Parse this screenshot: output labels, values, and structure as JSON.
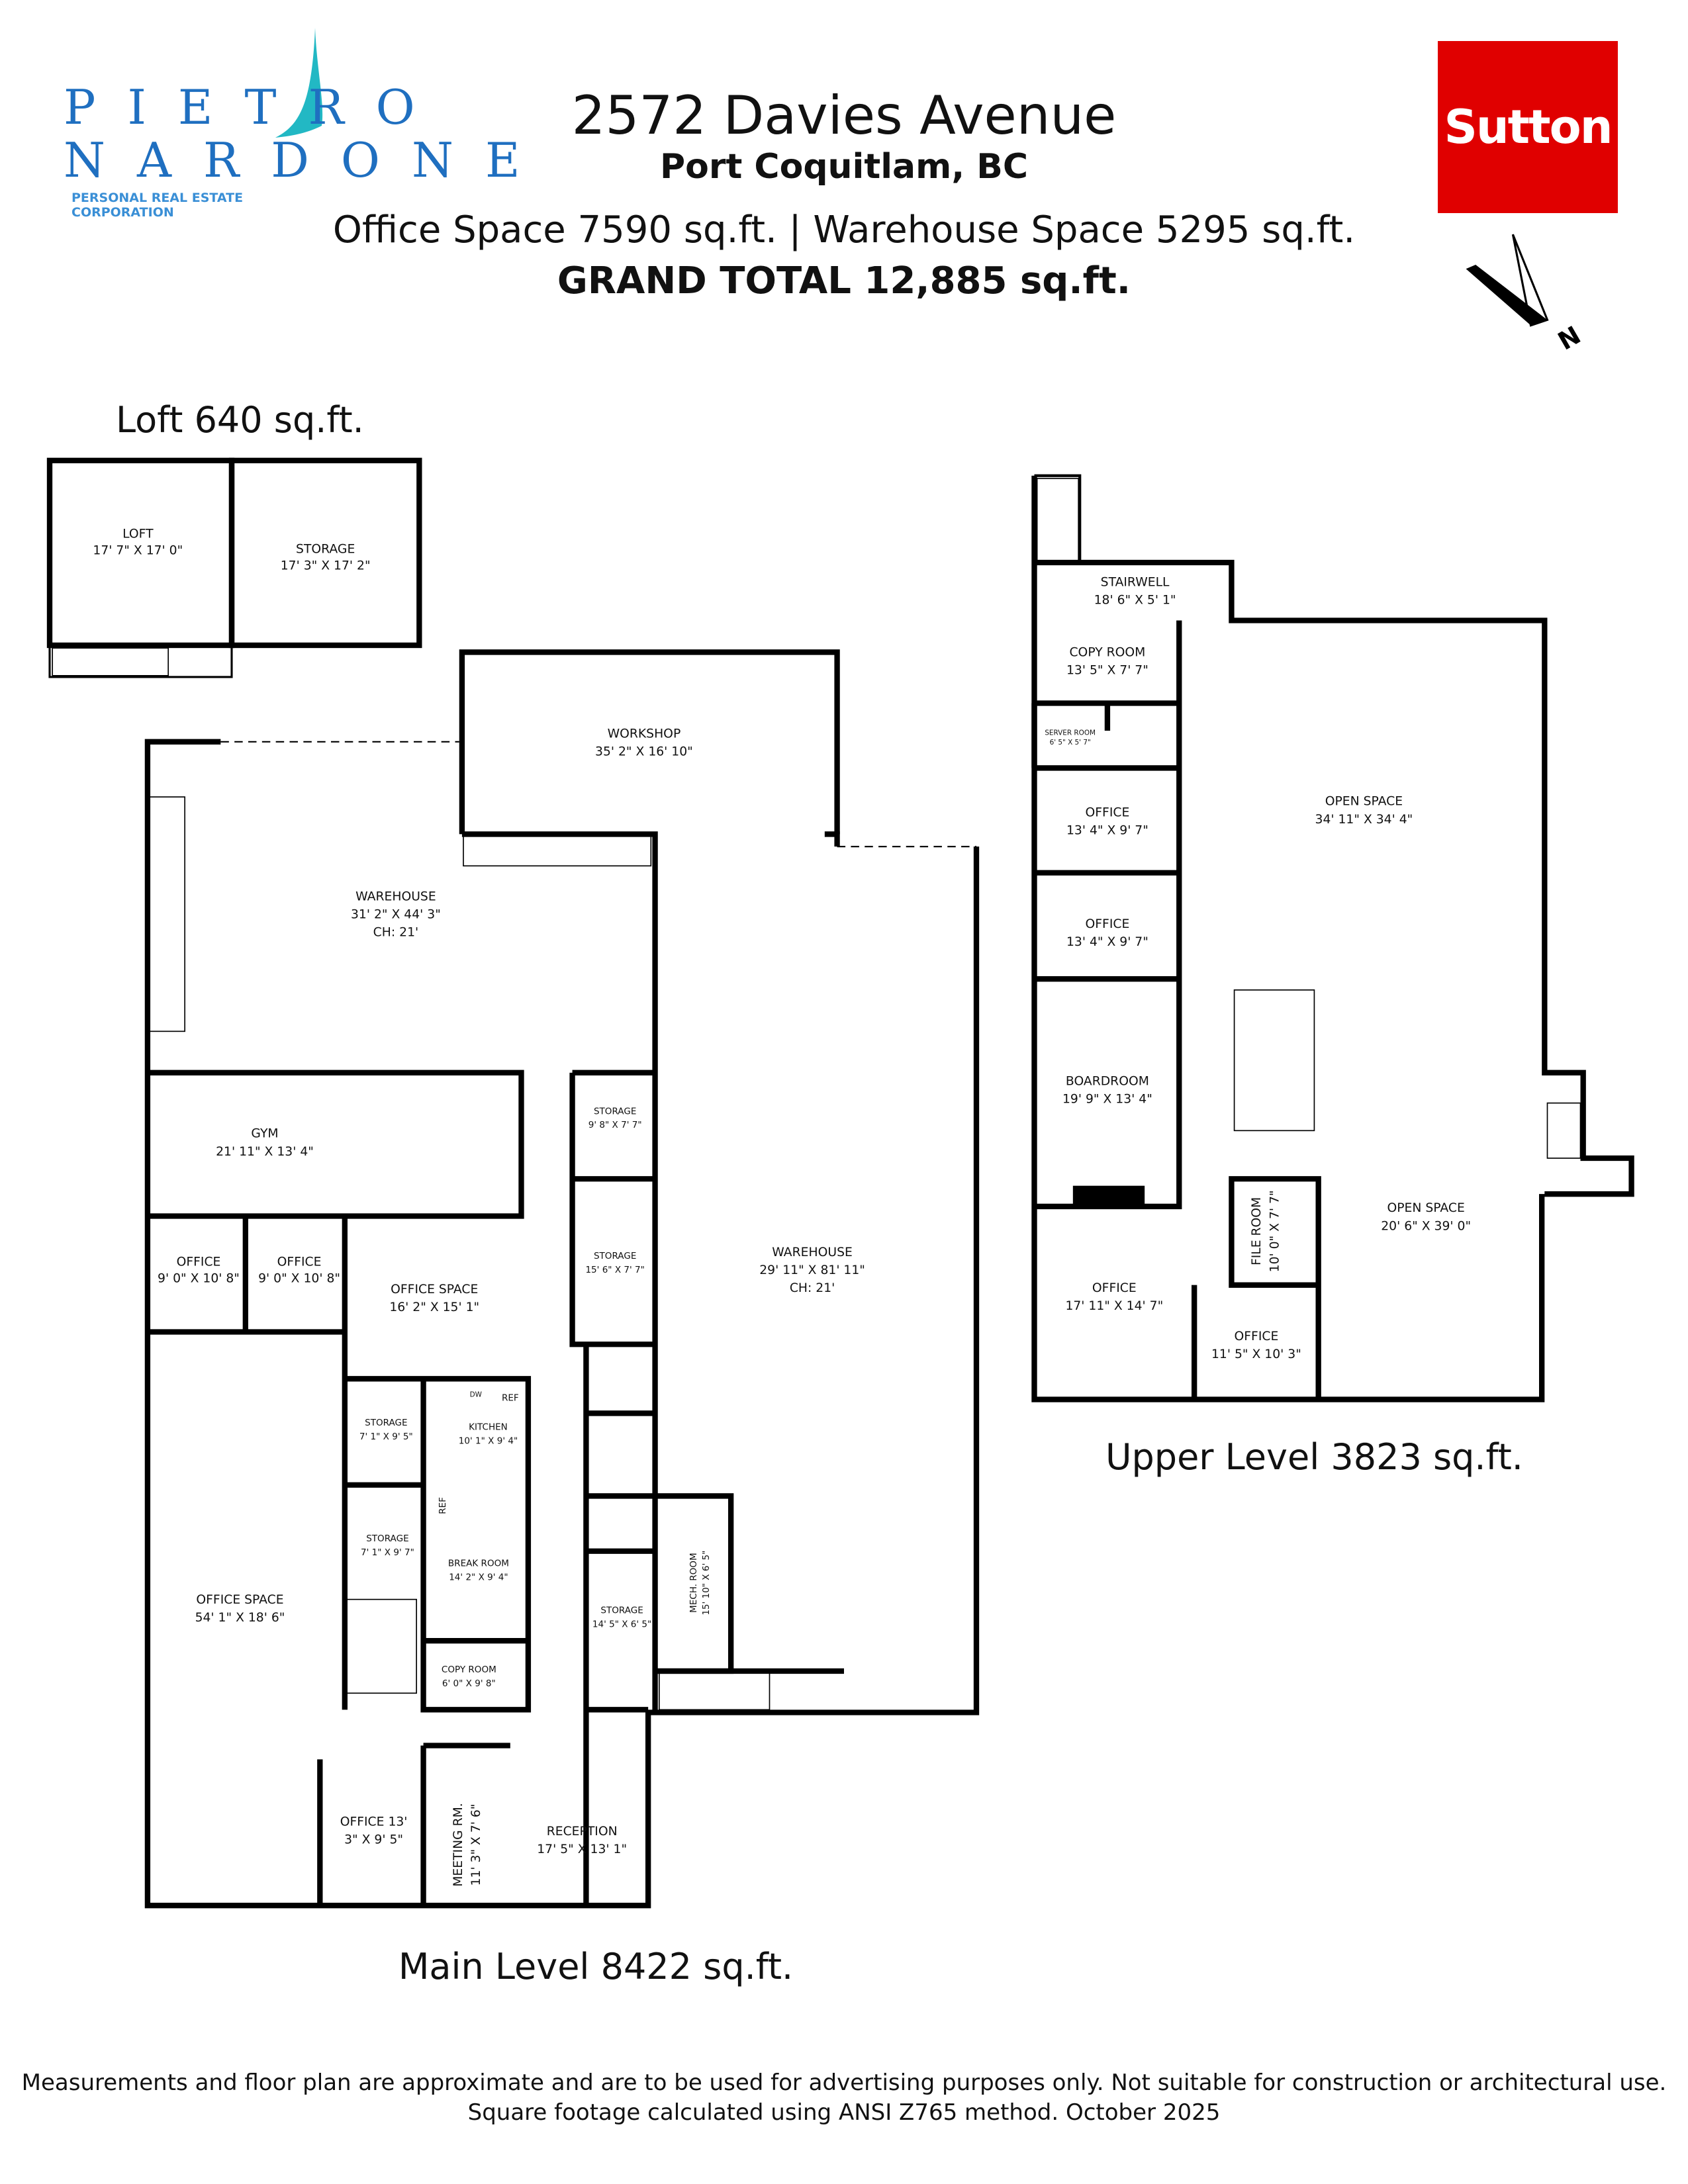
{
  "header": {
    "title": "2572 Davies Avenue",
    "city": "Port Coquitlam, BC",
    "areas": "Office Space 7590 sq.ft.  |  Warehouse Space 5295 sq.ft.",
    "grand_total": "GRAND TOTAL  12,885 sq.ft."
  },
  "branding": {
    "agent_logo_line1": "PIETRO",
    "agent_logo_line2": "NARDONE",
    "agent_logo_sub": "PERSONAL REAL ESTATE CORPORATION",
    "brokerage_logo": "Sutton",
    "colors": {
      "brokerage_red": "#e00000",
      "agent_blue": "#1f6fc0",
      "sail_teal": "#22b8c4"
    }
  },
  "compass": {
    "label": "N",
    "icon": "north-arrow-icon"
  },
  "levels": {
    "loft": "Loft 640 sq.ft.",
    "main": "Main Level 8422 sq.ft.",
    "upper": "Upper Level 3823 sq.ft."
  },
  "rooms": {
    "loft": [
      {
        "name": "LOFT",
        "dim": "17' 7\" X 17' 0\""
      },
      {
        "name": "STORAGE",
        "dim": "17' 3\" X 17' 2\""
      }
    ],
    "main": [
      {
        "name": "WORKSHOP",
        "dim": "35' 2\" X 16' 10\""
      },
      {
        "name": "WAREHOUSE",
        "dim": "31' 2\" X 44' 3\"",
        "ch": "CH: 21'"
      },
      {
        "name": "WAREHOUSE",
        "dim": "29' 11\" X 81' 11\"",
        "ch": "CH: 21'"
      },
      {
        "name": "GYM",
        "dim": "21' 11\" X 13' 4\""
      },
      {
        "name": "OFFICE",
        "dim": "9' 0\" X 10' 8\""
      },
      {
        "name": "OFFICE",
        "dim": "9' 0\" X 10' 8\""
      },
      {
        "name": "OFFICE  SPACE",
        "dim": "16' 2\" X 15' 1\""
      },
      {
        "name": "STORAGE",
        "dim": "9' 8\" X 7' 7\""
      },
      {
        "name": "STORAGE",
        "dim": "15' 6\" X 7' 7\""
      },
      {
        "name": "STORAGE",
        "dim": "7' 1\" X 9' 5\""
      },
      {
        "name": "KITCHEN",
        "dim": "10' 1\" X 9' 4\""
      },
      {
        "name": "STORAGE",
        "dim": "7' 1\" X 9' 7\""
      },
      {
        "name": "BREAK ROOM",
        "dim": "14' 2\" X 9' 4\""
      },
      {
        "name": "COPY ROOM",
        "dim": "6' 0\" X 9' 8\""
      },
      {
        "name": "OFFICE SPACE",
        "dim": "54' 1\" X 18' 6\""
      },
      {
        "name": "STORAGE",
        "dim": "14' 5\" X 6' 5\""
      },
      {
        "name": "MECH. ROOM",
        "dim": "15' 10\" X 6' 5\""
      },
      {
        "name": "OFFICE 13'",
        "dim": "3\" X 9' 5\""
      },
      {
        "name": "MEETING RM.",
        "dim": "11' 3\" X 7' 6\""
      },
      {
        "name": "RECEPTION",
        "dim": "17' 5\" X 13' 1\""
      }
    ],
    "upper": [
      {
        "name": "STAIRWELL",
        "dim": "18' 6\" X 5' 1\""
      },
      {
        "name": "COPY ROOM",
        "dim": "13' 5\" X 7' 7\""
      },
      {
        "name": "SERVER ROOM",
        "dim": "6' 5\" X 5' 7\""
      },
      {
        "name": "OFFICE",
        "dim": "13' 4\" X 9' 7\""
      },
      {
        "name": "OFFICE",
        "dim": "13' 4\" X 9' 7\""
      },
      {
        "name": "BOARDROOM",
        "dim": "19' 9\" X 13' 4\""
      },
      {
        "name": "OPEN SPACE",
        "dim": "34' 11\" X 34' 4\""
      },
      {
        "name": "OPEN SPACE",
        "dim": "20' 6\" X 39' 0\""
      },
      {
        "name": "FILE ROOM",
        "dim": "10' 0\" X 7' 7\""
      },
      {
        "name": "OFFICE",
        "dim": "17' 11\" X 14' 7\""
      },
      {
        "name": "OFFICE",
        "dim": "11' 5\" X 10' 3\""
      }
    ],
    "fixture_labels": {
      "ref": "REF",
      "dw": "DW"
    }
  },
  "footer": {
    "line1": "Measurements and floor plan are approximate and are to be used for advertising purposes only. Not suitable for construction or architectural use.",
    "line2": "Square footage calculated using ANSI Z765 method. October 2025"
  }
}
